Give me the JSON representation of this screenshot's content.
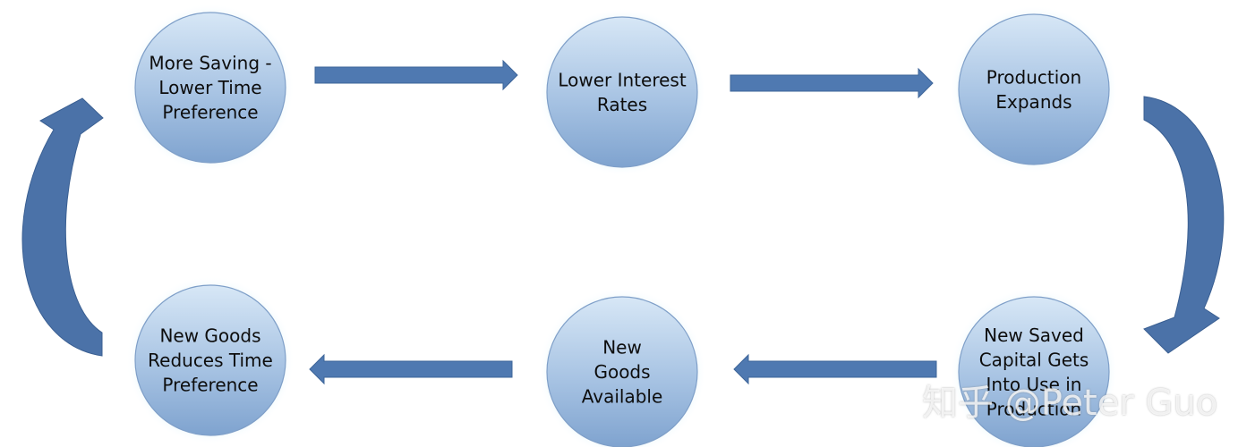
{
  "diagram": {
    "type": "cycle",
    "nodes": [
      {
        "id": "saving",
        "lines": [
          "More Saving -",
          "Lower Time",
          "Preference"
        ]
      },
      {
        "id": "rates",
        "lines": [
          "Lower Interest",
          "Rates"
        ]
      },
      {
        "id": "production",
        "lines": [
          "Production",
          "Expands"
        ]
      },
      {
        "id": "capital",
        "lines": [
          "New Saved",
          "Capital Gets",
          "Into Use in",
          "Production"
        ]
      },
      {
        "id": "goods",
        "lines": [
          "New",
          "Goods",
          "Available"
        ]
      },
      {
        "id": "reduces",
        "lines": [
          "New Goods",
          "Reduces Time",
          "Preference"
        ]
      }
    ],
    "edges": [
      {
        "from": "saving",
        "to": "rates"
      },
      {
        "from": "rates",
        "to": "production"
      },
      {
        "from": "production",
        "to": "capital"
      },
      {
        "from": "capital",
        "to": "goods"
      },
      {
        "from": "goods",
        "to": "reduces"
      },
      {
        "from": "reduces",
        "to": "saving"
      }
    ],
    "colors": {
      "node_fill_top": "#d3e4f4",
      "node_fill_bottom": "#86aad4",
      "node_stroke": "#7f9fc8",
      "glow": "#bfe8f8",
      "arrow_fill": "#4f79b1",
      "arrow_stroke": "#3d6599",
      "curved_arrow_fill": "#4b72a8"
    }
  },
  "watermark": {
    "text": "知乎 @Peter Guo"
  }
}
